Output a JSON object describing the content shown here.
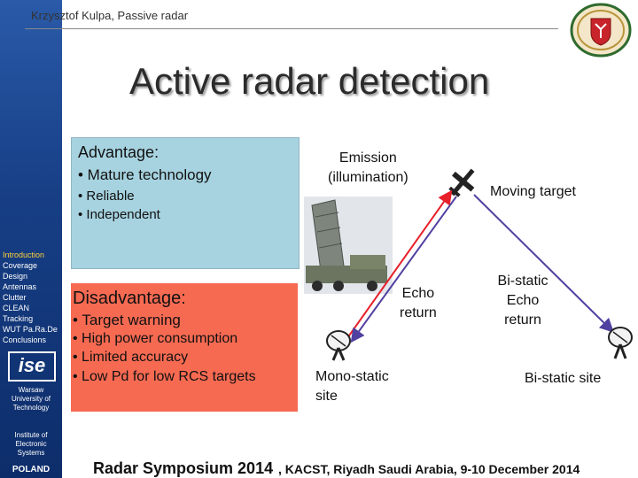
{
  "header": {
    "author": "Krzysztof  Kulpa, Passive radar"
  },
  "title": "Active radar detection",
  "sidebar": {
    "items": [
      {
        "label": "Introduction"
      },
      {
        "label": "Coverage"
      },
      {
        "label": "Design"
      },
      {
        "label": "Antennas"
      },
      {
        "label": "Clutter"
      },
      {
        "label": "CLEAN"
      },
      {
        "label": "Tracking"
      },
      {
        "label": "WUT Pa.Ra.De"
      },
      {
        "label": "Conclusions"
      }
    ],
    "logo_text": "ise",
    "university": "Warsaw\nUniversity of\nTechnology",
    "institute": "Institute of\nElectronic\nSystems",
    "country": "POLAND"
  },
  "advantage": {
    "title": "Advantage:",
    "main": "• Mature technology",
    "items": [
      "• Reliable",
      "• Independent"
    ]
  },
  "disadvantage": {
    "title": "Disadvantage:",
    "items": [
      "• Target warning",
      "• High power consumption",
      "• Limited accuracy",
      "• Low Pd for low RCS targets"
    ]
  },
  "diagram": {
    "emission": "Emission\n(illumination)",
    "moving_target": "Moving target",
    "echo_return": "Echo\nreturn",
    "bistatic_echo": "Bi-static\nEcho\nreturn",
    "monostatic_site": "Mono-static\nsite",
    "bistatic_site": "Bi-static site",
    "colors": {
      "emission_arrow": "#e8202a",
      "echo_arrow": "#5040a0"
    }
  },
  "footer": {
    "event": "Radar Symposium 2014",
    "location": ", KACST, Riyadh  Saudi Arabia,  9-10 December 2014"
  }
}
